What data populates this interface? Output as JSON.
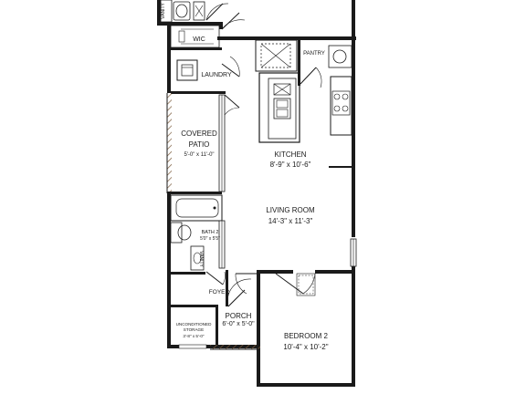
{
  "rooms": {
    "vanity_top": "VANITY",
    "wic": "WIC",
    "laundry": "LAUNDRY",
    "pantry": "PANTRY",
    "covered_patio": {
      "name_line1": "COVERED",
      "name_line2": "PATIO",
      "dims": "5'-0\" x 11'-0\""
    },
    "kitchen": {
      "name": "KITCHEN",
      "dims": "8'-9\" x 10'-6\""
    },
    "living_room": {
      "name": "LIVING ROOM",
      "dims": "14'-3\" x 11'-3\""
    },
    "bath2": {
      "name": "BATH 2",
      "dims": "5'0\" x 5'5\""
    },
    "vanity_bath2": "VANITY",
    "foyer": "FOYER",
    "porch": {
      "name": "PORCH",
      "dims": "6'-0\" x 5'-0\""
    },
    "storage": {
      "name_line1": "UNCONDITIONED",
      "name_line2": "STORAGE",
      "dims": "3'-8\" x 5'-0\""
    },
    "bedroom2": {
      "name": "BEDROOM 2",
      "dims": "10'-4\" x 10'-2\""
    }
  }
}
